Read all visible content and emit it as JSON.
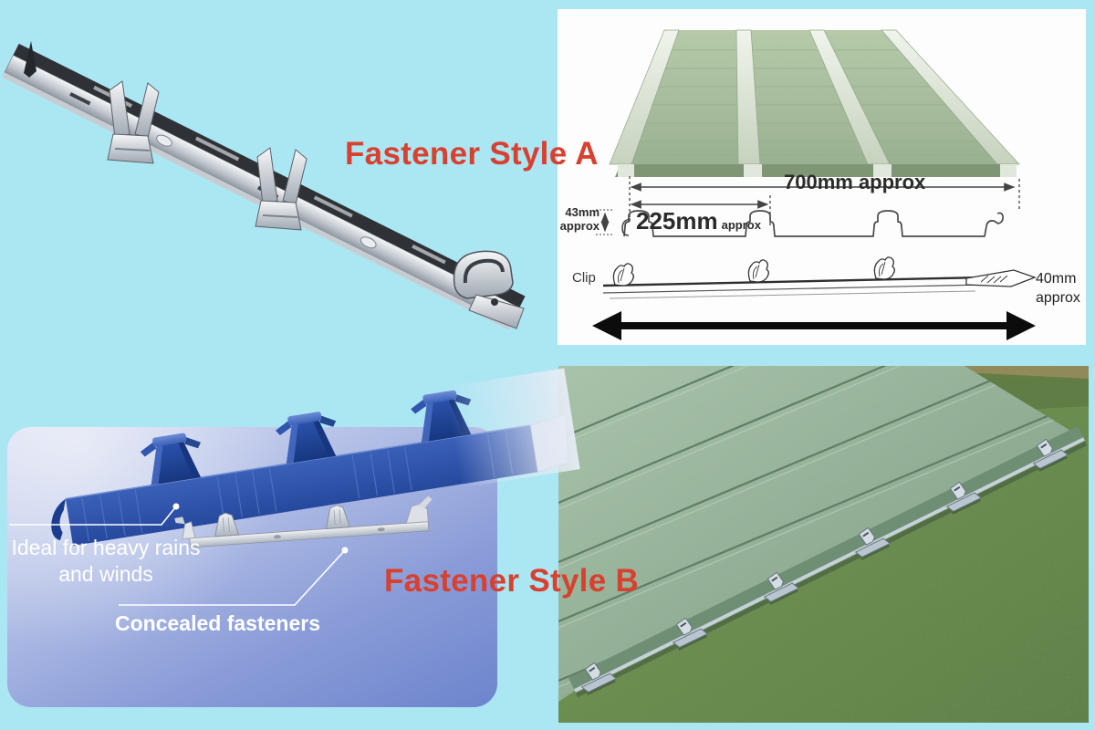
{
  "colors": {
    "background": "#abe6f3",
    "accent_red": "#d8402f",
    "panel_b_gradient_top": "#d6dcf1",
    "panel_b_gradient_bottom": "#6d84cd",
    "diagram_panel": "#fdfdfd",
    "roof_green": "#a9c29c",
    "sheet_blue": "#2a4da6"
  },
  "style_a": {
    "title": "Fastener Style A"
  },
  "diagram": {
    "dim_width_total": "700mm approx",
    "dim_width_module": "225mm",
    "dim_width_module_suffix": "approx",
    "dim_height": "43mm",
    "dim_height_suffix": "approx",
    "clip_label": "Clip",
    "dim_clip": "40mm",
    "dim_clip_suffix": "approx"
  },
  "style_b": {
    "title": "Fastener Style B",
    "benefit_line1": "Ideal for heavy rains",
    "benefit_line2": "and winds",
    "feature": "Concealed fasteners"
  }
}
